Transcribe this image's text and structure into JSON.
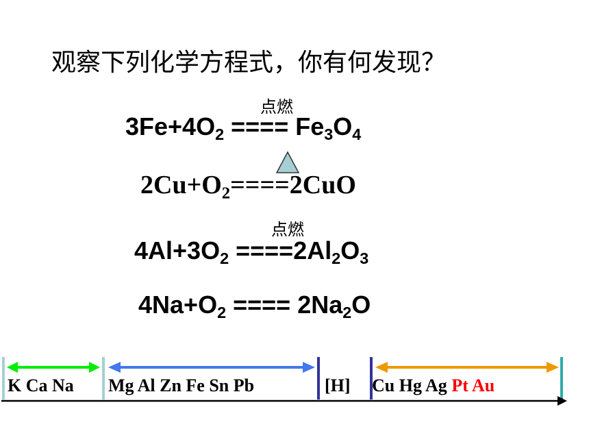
{
  "title": "观察下列化学方程式，你有何发现？",
  "equations": {
    "eq1": {
      "reactant": "3Fe+4O",
      "r_sub": "2",
      "arrow": "====",
      "p1": " Fe",
      "p1_sub": "3",
      "p2": "O",
      "p2_sub": "4",
      "condition": "点燃"
    },
    "eq2": {
      "reactant": "2Cu+O",
      "r_sub": "2",
      "arrow": "====",
      "product": "2CuO",
      "condition_icon": "heating-triangle-icon"
    },
    "eq3": {
      "reactant": "4Al+3O",
      "r_sub": "2",
      "arrow": "====",
      "p1": "2Al",
      "p1_sub": "2",
      "p2": "O",
      "p2_sub": "3",
      "condition": "点燃"
    },
    "eq4": {
      "reactant": "4Na+O",
      "r_sub": "2",
      "arrow": "====",
      "p1": " 2Na",
      "p1_sub": "2",
      "p2": "O"
    }
  },
  "activity_series": {
    "group1": "K Ca  Na",
    "group2": "Mg  Al  Zn  Fe Sn  Pb",
    "hydrogen": "[H]",
    "group3": "Cu  Hg  Ag",
    "group3_red": [
      "Pt",
      "Au"
    ],
    "colors": {
      "green": "#00ee00",
      "blue": "#4477ee",
      "orange": "#ee9900",
      "red": "#ff0000",
      "teal": "#33aaaa",
      "navy": "#333399"
    }
  }
}
